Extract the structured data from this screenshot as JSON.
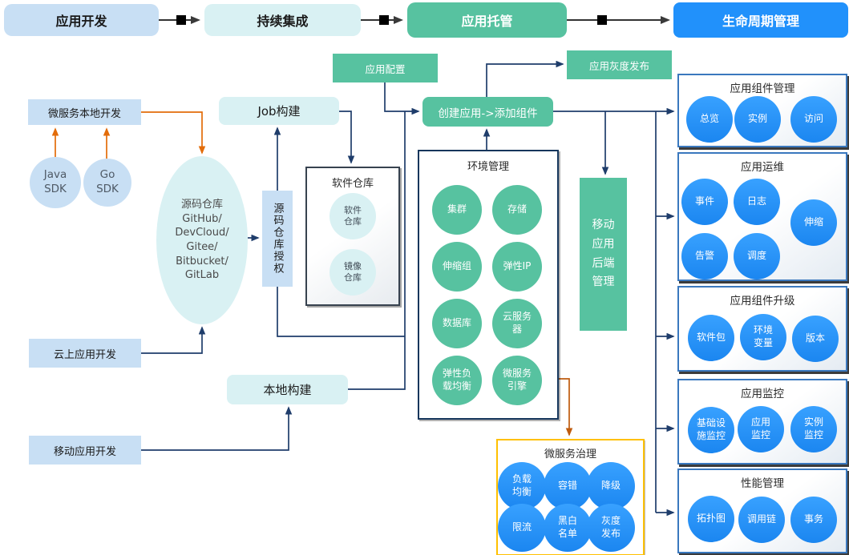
{
  "stages": [
    "应用开发",
    "持续集成",
    "应用托管",
    "生命周期管理"
  ],
  "nodes": {
    "micro_local_dev": "微服务本地开发",
    "java_sdk": "Java\nSDK",
    "go_sdk": "Go\nSDK",
    "source_repo": "源码仓库\nGitHub/\nDevCloud/\nGitee/\nBitbucket/\nGitLab",
    "repo_auth": "源码仓库授权",
    "job_build": "Job构建",
    "local_build": "本地构建",
    "cloud_app_dev": "云上应用开发",
    "mobile_app_dev": "移动应用开发",
    "app_config": "应用配置",
    "create_app": "创建应用->添加组件",
    "gray_release": "应用灰度发布",
    "mobile_backend": "移动\n应用\n后端\n管理"
  },
  "software_repo": {
    "title": "软件仓库",
    "circles": [
      "软件\n仓库",
      "镜像\n仓库"
    ]
  },
  "env_mgmt": {
    "title": "环境管理",
    "circles": [
      "集群",
      "存储",
      "伸缩组",
      "弹性IP",
      "数据库",
      "云服务\n器",
      "弹性负\n载均衡",
      "微服务\n引擎"
    ]
  },
  "micro_gov": {
    "title": "微服务治理",
    "circles": [
      "负载\n均衡",
      "容错",
      "降级",
      "限流",
      "黑白\n名单",
      "灰度\n发布"
    ]
  },
  "panels": [
    {
      "title": "应用组件管理",
      "circles": [
        "总览",
        "实例",
        "访问"
      ]
    },
    {
      "title": "应用运维",
      "circles": [
        "事件",
        "日志",
        "伸缩",
        "告警",
        "调度"
      ]
    },
    {
      "title": "应用组件升级",
      "circles": [
        "软件包",
        "环境\n变量",
        "版本"
      ]
    },
    {
      "title": "应用监控",
      "circles": [
        "基础设\n施监控",
        "应用\n监控",
        "实例\n监控"
      ]
    },
    {
      "title": "性能管理",
      "circles": [
        "拓扑图",
        "调用链",
        "事务"
      ]
    }
  ],
  "colors": {
    "light_blue": "#C8DFF4",
    "light_cyan": "#D9F1F3",
    "green": "#57C2A0",
    "bright_blue": "#2191FB",
    "line_navy": "#1F3D6B",
    "line_orange": "#E36C0A",
    "gov_border": "#FFC000"
  }
}
